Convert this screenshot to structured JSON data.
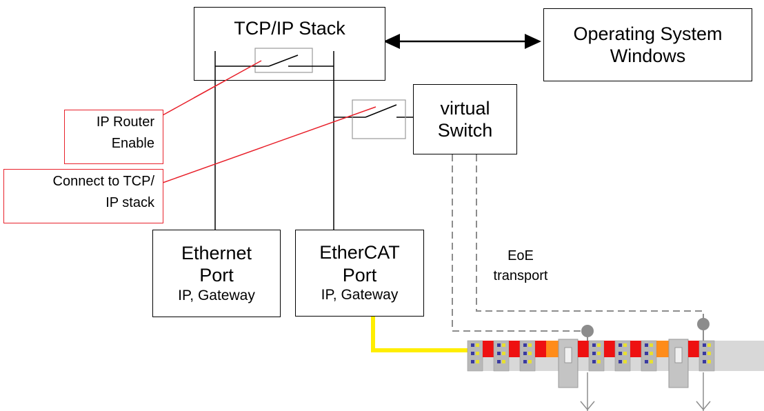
{
  "boxes": {
    "tcpip": {
      "line1": "TCP/IP Stack"
    },
    "os": {
      "line1": "Operating System",
      "line2": "Windows"
    },
    "vswitch": {
      "line1": "virtual",
      "line2": "Switch"
    },
    "ethernet": {
      "line1": "Ethernet",
      "line2": "Port",
      "line3": "IP, Gateway"
    },
    "ethercat": {
      "line1": "EtherCAT",
      "line2": "Port",
      "line3": "IP, Gateway"
    }
  },
  "callouts": {
    "router": {
      "line1": "IP Router",
      "line2": "Enable"
    },
    "connect": {
      "line1": "Connect to TCP/",
      "line2": "IP stack"
    }
  },
  "labels": {
    "eoe": {
      "line1": "EoE",
      "line2": "transport"
    }
  },
  "colors": {
    "line": "#000000",
    "callout": "#e8202a",
    "eoe_dash": "#8c8c8c",
    "ethercat_cable": "#ffee00",
    "terminal_red": "#ee1111",
    "terminal_orange": "#ff8c1a",
    "terminal_grey": "#b8b8b8"
  }
}
